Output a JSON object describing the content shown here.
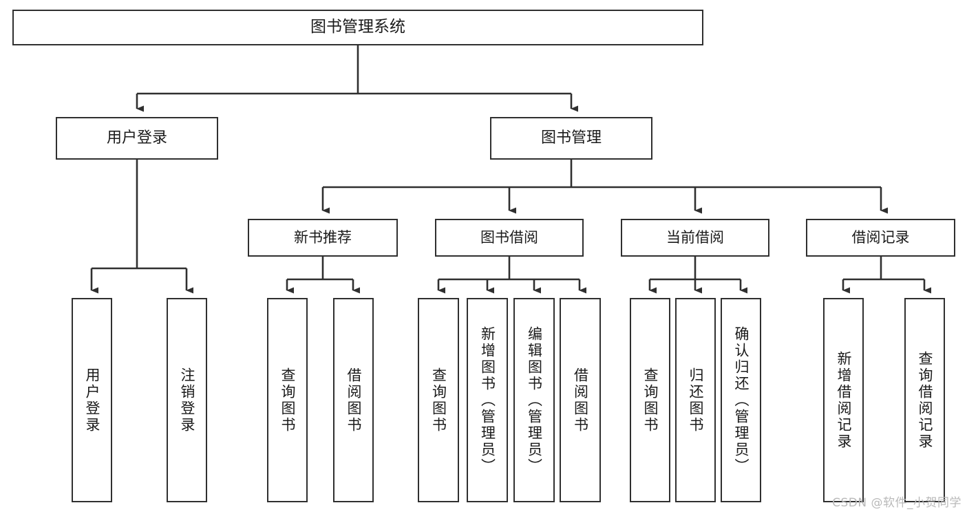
{
  "diagram": {
    "title": "图书管理系统",
    "watermark": "CSDN @软件_小贺同学",
    "levels": {
      "root": {
        "label": "图书管理系统"
      },
      "level2": [
        {
          "id": "user-login",
          "label": "用户登录"
        },
        {
          "id": "book-management",
          "label": "图书管理"
        }
      ],
      "level3": [
        {
          "id": "new-book-recommend",
          "label": "新书推荐"
        },
        {
          "id": "book-borrow",
          "label": "图书借阅"
        },
        {
          "id": "current-borrow",
          "label": "当前借阅"
        },
        {
          "id": "borrow-record",
          "label": "借阅记录"
        }
      ],
      "leaves": [
        {
          "id": "leaf-user-login",
          "label": "用户登录",
          "parent": "user-login"
        },
        {
          "id": "leaf-user-logout",
          "label": "注销登录",
          "parent": "user-login"
        },
        {
          "id": "leaf-query-book-1",
          "label": "查询图书",
          "parent": "new-book-recommend"
        },
        {
          "id": "leaf-borrow-book-1",
          "label": "借阅图书",
          "parent": "new-book-recommend"
        },
        {
          "id": "leaf-query-book-2",
          "label": "查询图书",
          "parent": "book-borrow"
        },
        {
          "id": "leaf-add-book",
          "label": "新增图书（管理员）",
          "parent": "book-borrow"
        },
        {
          "id": "leaf-edit-book",
          "label": "编辑图书（管理员）",
          "parent": "book-borrow"
        },
        {
          "id": "leaf-borrow-book-2",
          "label": "借阅图书",
          "parent": "book-borrow"
        },
        {
          "id": "leaf-query-book-3",
          "label": "查询图书",
          "parent": "current-borrow"
        },
        {
          "id": "leaf-return-book",
          "label": "归还图书",
          "parent": "current-borrow"
        },
        {
          "id": "leaf-confirm-return",
          "label": "确认归还（管理员）",
          "parent": "current-borrow"
        },
        {
          "id": "leaf-add-record",
          "label": "新增借阅记录",
          "parent": "borrow-record"
        },
        {
          "id": "leaf-query-record",
          "label": "查询借阅记录",
          "parent": "borrow-record"
        }
      ]
    },
    "colors": {
      "border": "#2f2f2f",
      "background": "#ffffff",
      "text": "#1a1a1a",
      "watermark": "#b9b9b9"
    }
  }
}
